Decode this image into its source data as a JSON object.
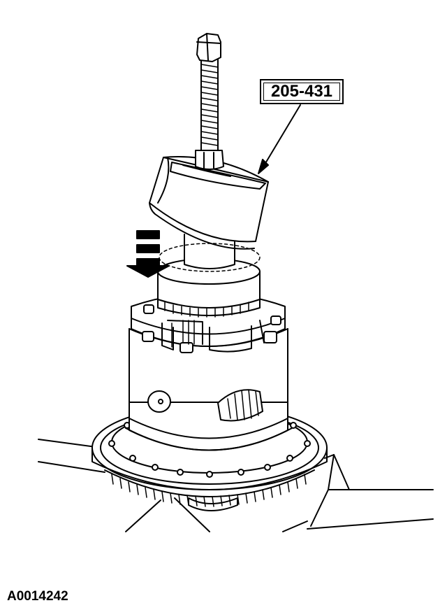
{
  "diagram": {
    "callout": {
      "label": "205-431"
    },
    "figure_id": "A0014242",
    "arrow_direction": "down",
    "colors": {
      "ink": "#000000",
      "paper": "#ffffff"
    }
  }
}
